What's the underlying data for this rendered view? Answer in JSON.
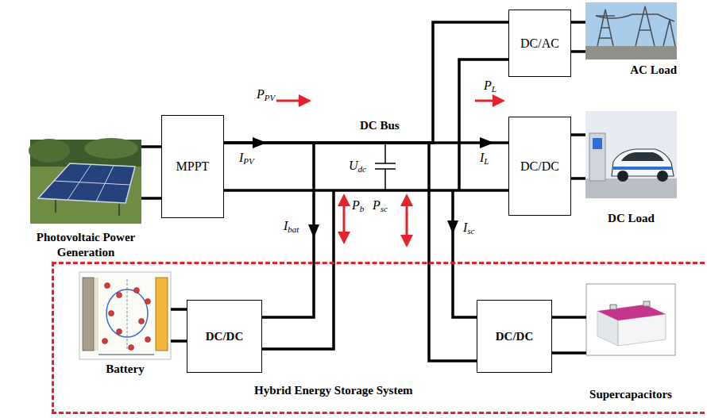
{
  "diagram": {
    "nodes": [
      {
        "text": [
          "Photovoltaic Power Generation"
        ]
      },
      {
        "text": [
          "MPPT"
        ]
      },
      {
        "text": [
          "DC/AC"
        ]
      },
      {
        "text": [
          "AC Load"
        ]
      },
      {
        "text": [
          "DC/DC"
        ]
      },
      {
        "text": [
          "DC Load"
        ]
      },
      {
        "text": [
          "Hybrid Energy Storage System"
        ]
      },
      {
        "text": [
          "Battery"
        ],
        "in": 6
      },
      {
        "text": [
          "DC/DC"
        ],
        "in": 6
      },
      {
        "text": [
          "DC/DC"
        ],
        "in": 6
      },
      {
        "text": [
          "Supercapacitors"
        ],
        "in": 6
      }
    ],
    "edges": [
      {
        "from": 0,
        "to": 1,
        "arrow": "none"
      },
      {
        "from": 1,
        "to": 2,
        "arrow": "none"
      },
      {
        "from": 1,
        "to": 4,
        "arrow": "none"
      },
      {
        "from": 1,
        "to": 8,
        "arrow": "none"
      },
      {
        "from": 1,
        "to": 9,
        "arrow": "none"
      },
      {
        "from": 2,
        "to": 3,
        "arrow": "none"
      },
      {
        "from": 4,
        "to": 5,
        "arrow": "none"
      },
      {
        "from": 7,
        "to": 8,
        "arrow": "none"
      },
      {
        "from": 9,
        "to": 10,
        "arrow": "none"
      }
    ],
    "labels": [
      "DC Bus",
      "PPV",
      "IPV",
      "Udc",
      "PL",
      "IL",
      "Ibat",
      "Pb",
      "Psc",
      "Isc"
    ]
  }
}
